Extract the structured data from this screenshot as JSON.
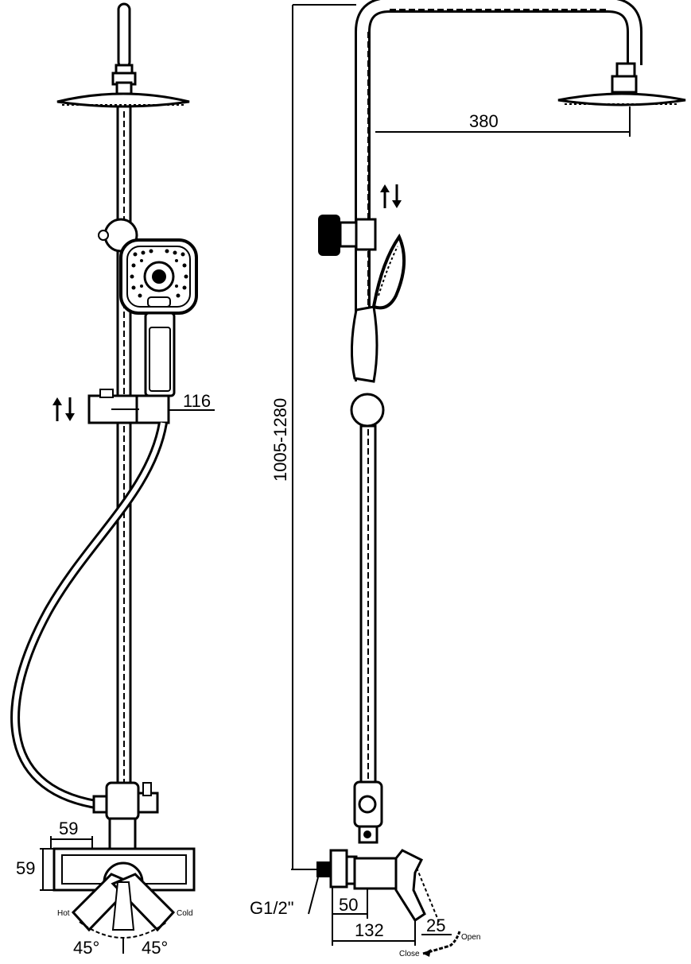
{
  "front_view": {
    "dim_width_bracket": "116",
    "dim_valve_w": "59",
    "dim_valve_h": "59",
    "label_hot": "Hot",
    "label_cold": "Cold",
    "angle_left": "45°",
    "angle_right": "45°"
  },
  "side_view": {
    "dim_reach": "380",
    "dim_height": "1005-1280",
    "dim_thread": "G1/2\"",
    "dim_depth_50": "50",
    "dim_depth_132": "132",
    "dim_handle_25": "25",
    "label_open": "Open",
    "label_close": "Close"
  }
}
